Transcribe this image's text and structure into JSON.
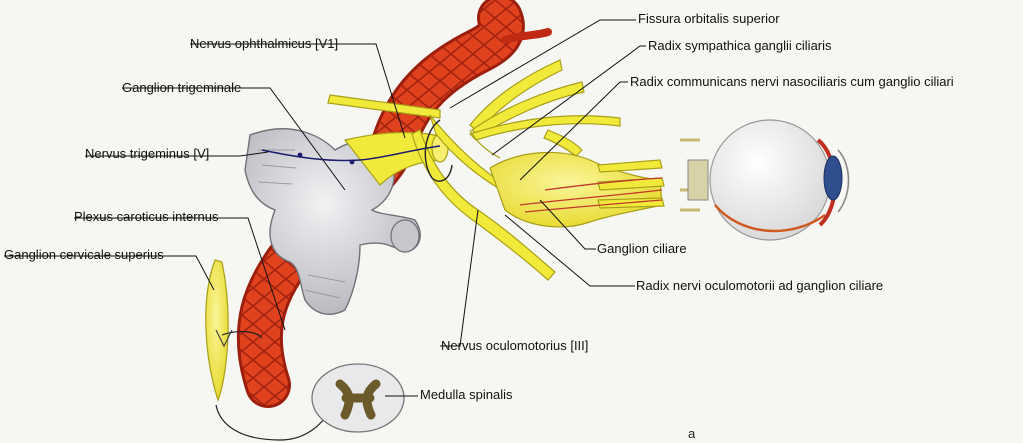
{
  "labels": {
    "fissura": "Fissura orbitalis superior",
    "nervus_ophthalmicus": "Nervus ophthalmicus [V1]",
    "radix_sympathica": "Radix sympathica ganglii ciliaris",
    "ganglion_trigeminale": "Ganglion trigeminale",
    "radix_communicans": "Radix communicans nervi nasociliaris cum ganglio ciliari",
    "nervus_trigeminus": "Nervus trigeminus [V]",
    "plexus_caroticus": "Plexus caroticus internus",
    "ganglion_cervicale": "Ganglion cervicale superius",
    "ganglion_ciliare": "Ganglion ciliare",
    "radix_oculomotorii": "Radix nervi oculomotorii ad ganglion ciliare",
    "nervus_oculomotorius": "Nervus oculomotorius [III]",
    "medulla_spinalis": "Medulla spinalis"
  },
  "panel_letter": "a",
  "colors": {
    "artery": "#d8381c",
    "artery_dark": "#9c1e0c",
    "nerve": "#f2ea3a",
    "nerve_dark": "#a8a018",
    "ganglion_grey": "#cfd0d4",
    "eye": "#f4f4f4",
    "leader": "#111111"
  }
}
